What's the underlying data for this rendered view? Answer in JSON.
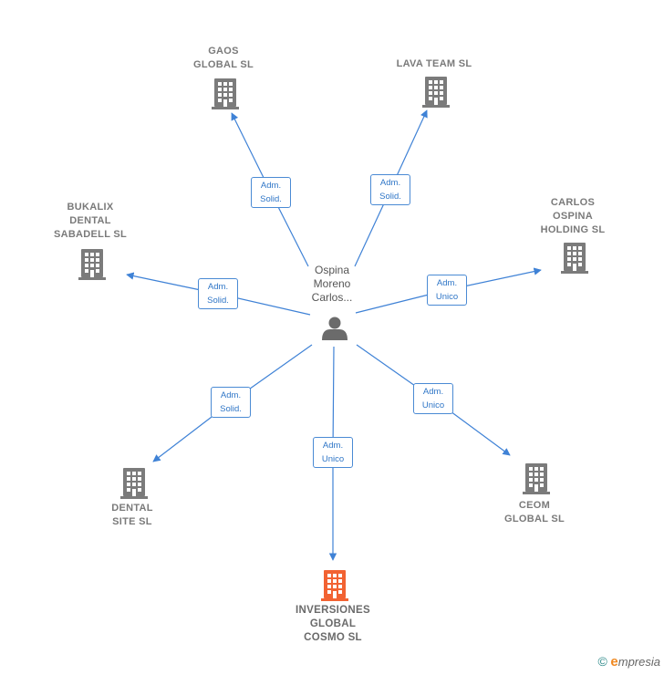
{
  "colors": {
    "edge": "#3f82d6",
    "node_grey": "#7b7b7b",
    "node_highlight": "#f26232",
    "person": "#6b6b6b"
  },
  "center": {
    "label": "Ospina\nMoreno\nCarlos...",
    "icon": "person-icon"
  },
  "companies": [
    {
      "id": "gaos",
      "label": "GAOS\nGLOBAL  SL",
      "icon": "building-icon",
      "highlight": false
    },
    {
      "id": "lava",
      "label": "LAVA TEAM  SL",
      "icon": "building-icon",
      "highlight": false
    },
    {
      "id": "bukalix",
      "label": "BUKALIX\nDENTAL\nSABADELL  SL",
      "icon": "building-icon",
      "highlight": false
    },
    {
      "id": "carlos",
      "label": "CARLOS\nOSPINA\nHOLDING  SL",
      "icon": "building-icon",
      "highlight": false
    },
    {
      "id": "dental",
      "label": "DENTAL\nSITE SL",
      "icon": "building-icon",
      "highlight": false
    },
    {
      "id": "ceom",
      "label": "CEOM\nGLOBAL  SL",
      "icon": "building-icon",
      "highlight": false
    },
    {
      "id": "inversiones",
      "label": "INVERSIONES\nGLOBAL\nCOSMO  SL",
      "icon": "building-icon",
      "highlight": true
    }
  ],
  "edges": [
    {
      "to": "gaos",
      "label": "Adm.\nSolid."
    },
    {
      "to": "lava",
      "label": "Adm.\nSolid."
    },
    {
      "to": "bukalix",
      "label": "Adm.\nSolid."
    },
    {
      "to": "carlos",
      "label": "Adm.\nUnico"
    },
    {
      "to": "dental",
      "label": "Adm.\nSolid."
    },
    {
      "to": "ceom",
      "label": "Adm.\nUnico"
    },
    {
      "to": "inversiones",
      "label": "Adm.\nUnico"
    }
  ],
  "footer": {
    "copyright": "©",
    "brand_initial": "e",
    "brand_rest": "mpresia"
  }
}
